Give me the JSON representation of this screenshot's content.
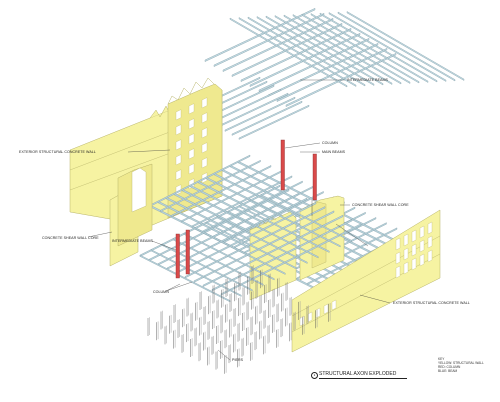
{
  "labels": {
    "intermediate_beams_top": "INTERMEDIATE BEAMS",
    "exterior_wall_left": "EXTERIOR STRUCTURAL CONCRETE WALL",
    "column_top": "COLUMN",
    "main_beams": "MAIN BEAMS",
    "concrete_shear_wall_core_right": "CONCRETE SHEAR WALL CORE",
    "concrete_shear_wall_core_left": "CONCRETE SHEAR WALL CORE",
    "intermediate_beams_mid": "INTERMEDIATE BEAMS",
    "column_bottom": "COLUMN",
    "exterior_wall_right": "EXTERIOR STRUCTURAL CONCRETE WALL",
    "piers": "PIERS"
  },
  "key": {
    "title": "KEY",
    "line1": "YELLOW: STRUCTURAL WALL",
    "line2": "RED: COLUMN",
    "line3": "BLUE: BEAM"
  },
  "drawing_title": {
    "number": "1",
    "text": "STRUCTURAL AXON EXPLODED"
  },
  "colors": {
    "wall": "#f6f3a2",
    "wall_edge": "#b8b46a",
    "beam": "#b7d3dc",
    "beam_edge": "#7f9aa4",
    "column": "#d94a4a",
    "line": "#333333"
  }
}
